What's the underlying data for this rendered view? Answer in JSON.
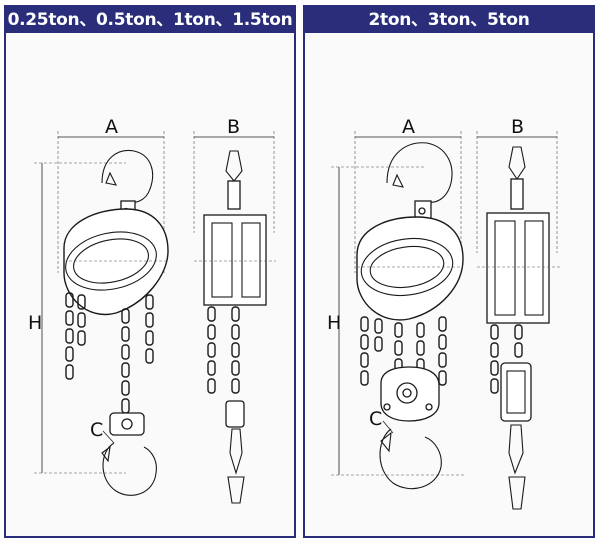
{
  "left_panel": {
    "title": "0.25ton、0.5ton、1ton、1.5ton",
    "labels": {
      "a": "A",
      "b": "B",
      "h": "H",
      "c": "C"
    }
  },
  "right_panel": {
    "title": "2ton、3ton、5ton",
    "labels": {
      "a": "A",
      "b": "B",
      "h": "H",
      "c": "C"
    }
  },
  "colors": {
    "banner": "#2a2e7a",
    "banner_text": "#ffffff",
    "line": "#1a1a1a"
  }
}
